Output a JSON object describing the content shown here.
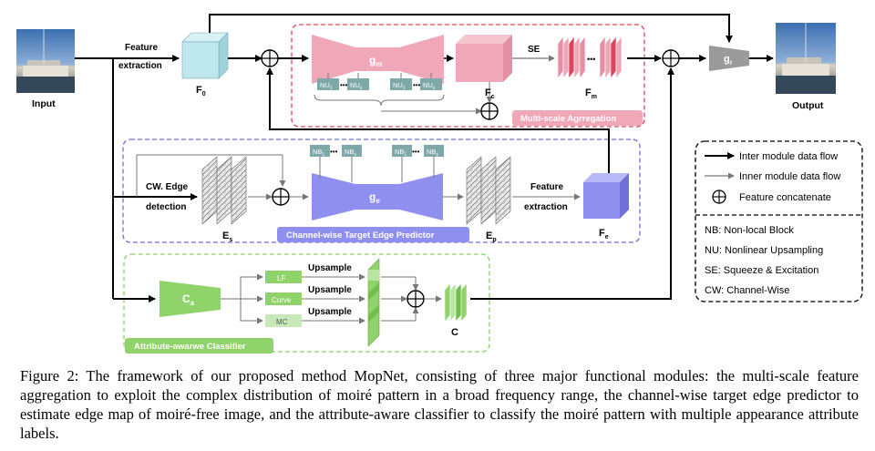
{
  "labels": {
    "input": "Input",
    "output": "Output",
    "feature_extraction_1": "Feature",
    "feature_extraction_2": "extraction",
    "f0": "F",
    "f0_sub": "0",
    "gm": "g",
    "gm_sub": "m",
    "fc": "F",
    "fc_sub": "c",
    "se": "SE",
    "fm": "F",
    "fm_sub": "m",
    "gr": "g",
    "gr_sub": "r",
    "nu_block": "NU",
    "nu_sub_1": "1",
    "nu_sub_s": "s",
    "multiscale_tag": "Multi-scale Agrregation",
    "cw_edge_1": "CW. Edge",
    "cw_edge_2": "detection",
    "es": "E",
    "es_sub": "s",
    "nb_block": "NB",
    "nb_sub_1": "1",
    "nb_sub_s": "s",
    "ge": "g",
    "ge_sub": "e",
    "ep": "E",
    "ep_sub": "p",
    "feature_extraction_b1": "Feature",
    "feature_extraction_b2": "extraction",
    "fe": "F",
    "fe_sub": "e",
    "edge_tag": "Channel-wise Target Edge Predictor",
    "ca": "C",
    "ca_sub": "a",
    "lf": "LF",
    "curve": "Curve",
    "mc": "MC",
    "upsample_1": "Upsample",
    "upsample_2": "Upsample",
    "upsample_3": "Upsample",
    "c_out": "C",
    "attr_tag": "Attribute-awarwe Classifier",
    "dots": "•••"
  },
  "legend": {
    "inter": "Inter module data flow",
    "inner": "Inner module data flow",
    "concat": "Feature concatenate",
    "nb": "NB: Non-local Block",
    "nu": "NU: Nonlinear Upsampling",
    "se": "SE: Squeeze & Excitation",
    "cw": "CW: Channel-Wise"
  },
  "caption": "Figure 2: The framework of our proposed method MopNet, consisting of three major functional modules: the multi-scale feature aggregation to exploit the complex distribution of moiré pattern in a broad frequency range, the channel-wise target edge predictor to estimate edge map of moiré-free image, and the attribute-aware classifier to classify the moiré pattern with multiple appearance attribute labels.",
  "colors": {
    "pink": "#f0a8b8",
    "pink_border": "#d9475f",
    "blue": "#8f8ff0",
    "blue_border": "#7070d8",
    "green": "#8fd36a",
    "green_border": "#8ccf6a",
    "teal": "#7fa8a8",
    "gray": "#9a9a9a",
    "cyan": "#bfe8ec"
  }
}
